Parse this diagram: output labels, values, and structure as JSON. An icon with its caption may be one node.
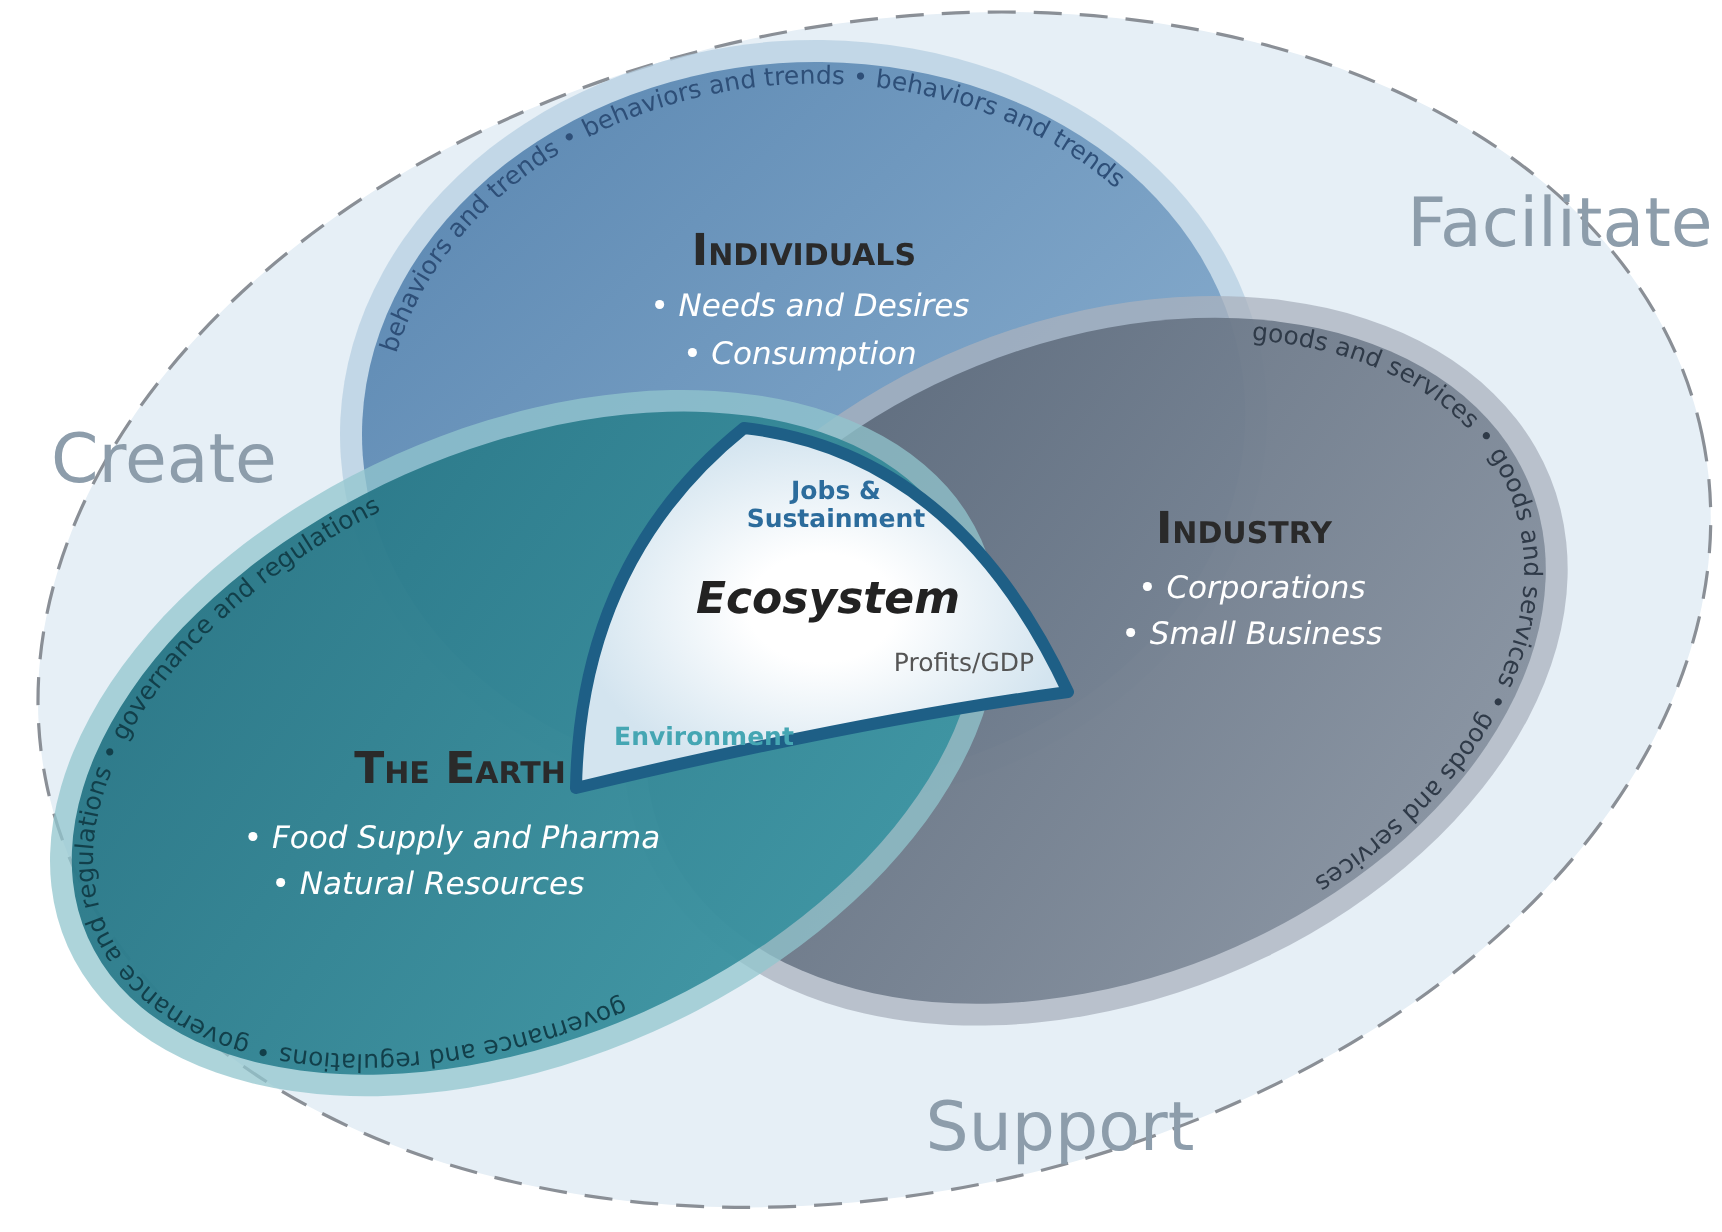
{
  "diagram": {
    "nodes": [
      {
        "text": [
          "Create",
          "Facilitate",
          "Support"
        ]
      },
      {
        "text": [
          "Individuals",
          "• Needs and Desires",
          "• Consumption"
        ],
        "in": 0
      },
      {
        "text": [
          "Industry",
          "• Corporations",
          "• Small Business"
        ],
        "in": 0
      },
      {
        "text": [
          "The Earth",
          "• Food Supply and Pharma",
          "• Natural Resources"
        ],
        "in": 0
      },
      {
        "text": [
          "Jobs & Sustainment",
          "Ecosystem",
          "Profits/GDP",
          "Environment"
        ],
        "in": 1
      }
    ],
    "labels": [
      "behaviors and trends • behaviors and trends • behaviors and trends",
      "goods and services • goods and services • goods and services",
      "governance and regulations • governance and regulations • governance and regulations"
    ]
  }
}
